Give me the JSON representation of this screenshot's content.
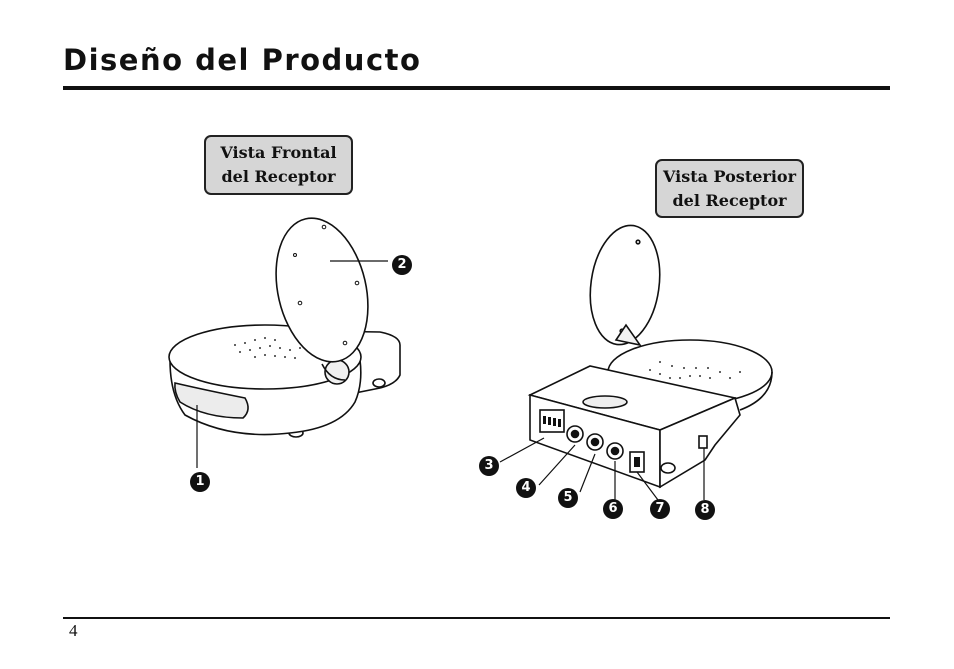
{
  "page": {
    "title": "Diseño del Producto",
    "page_number": "4"
  },
  "callouts": {
    "front": {
      "line1": "Vista Frontal",
      "line2": "del Receptor"
    },
    "rear": {
      "line1": "Vista Posterior",
      "line2": "del Receptor"
    }
  },
  "markers": [
    "1",
    "2",
    "3",
    "4",
    "5",
    "6",
    "7",
    "8"
  ]
}
